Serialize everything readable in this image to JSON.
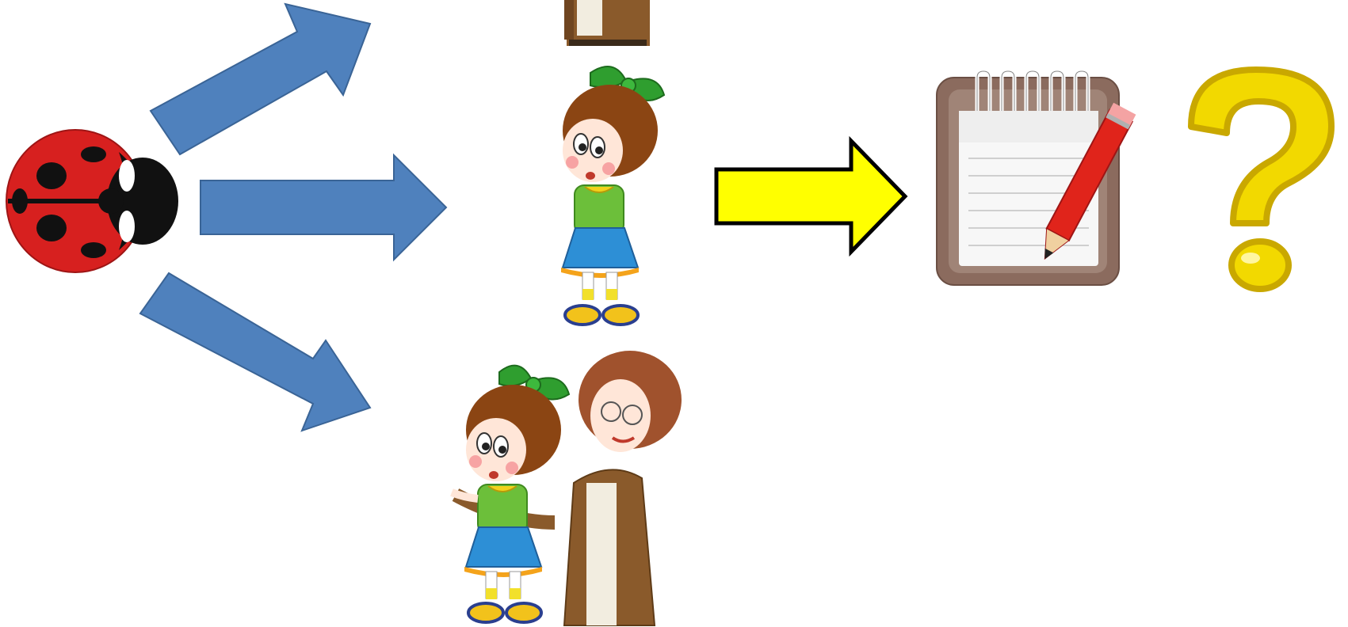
{
  "colors": {
    "background": "#ffffff",
    "blue_arrow": "#4f81bd",
    "blue_arrow_outline": "#3a6496",
    "yellow_arrow": "#ffff00",
    "yellow_arrow_outline": "#000000",
    "ladybug_red": "#d7201f",
    "ladybug_black": "#111111",
    "question_yellow": "#f2d900",
    "question_outline": "#c9a800",
    "notepad_frame": "#8b6b5e",
    "pencil_red": "#e0241b"
  },
  "icons": [
    "ladybug-icon",
    "arrow-up-right-icon",
    "arrow-right-icon",
    "arrow-down-right-icon",
    "adult-cropped-figure",
    "girl-figure",
    "girl-with-adult-figure",
    "yellow-arrow-right-icon",
    "notepad-pencil-icon",
    "question-mark-icon"
  ]
}
